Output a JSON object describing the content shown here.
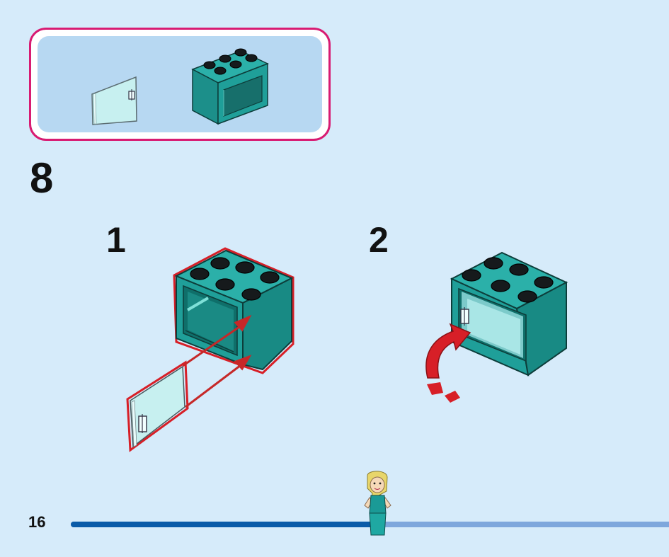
{
  "step": {
    "number": "8"
  },
  "sub_steps": [
    {
      "label": "1"
    },
    {
      "label": "2"
    }
  ],
  "parts_list": {
    "items": [
      {
        "name": "transparent-door-part",
        "color": "#bfeaee"
      },
      {
        "name": "teal-cupboard-part",
        "color": "#1f9f99"
      }
    ]
  },
  "footer": {
    "page_number": "16",
    "progress_fraction": 0.51
  },
  "colors": {
    "brick_teal": "#1f9f99",
    "brick_dark": "#0f6f6a",
    "stud_black": "#161a1c",
    "highlight_red": "#d71f27",
    "door_glass": "#c7f0f0",
    "frame_magenta": "#d81b72",
    "background": "#d6ebfa"
  },
  "icons": [
    "rotation-arrow-icon",
    "assembly-arrow-icon",
    "minifigure-icon"
  ]
}
